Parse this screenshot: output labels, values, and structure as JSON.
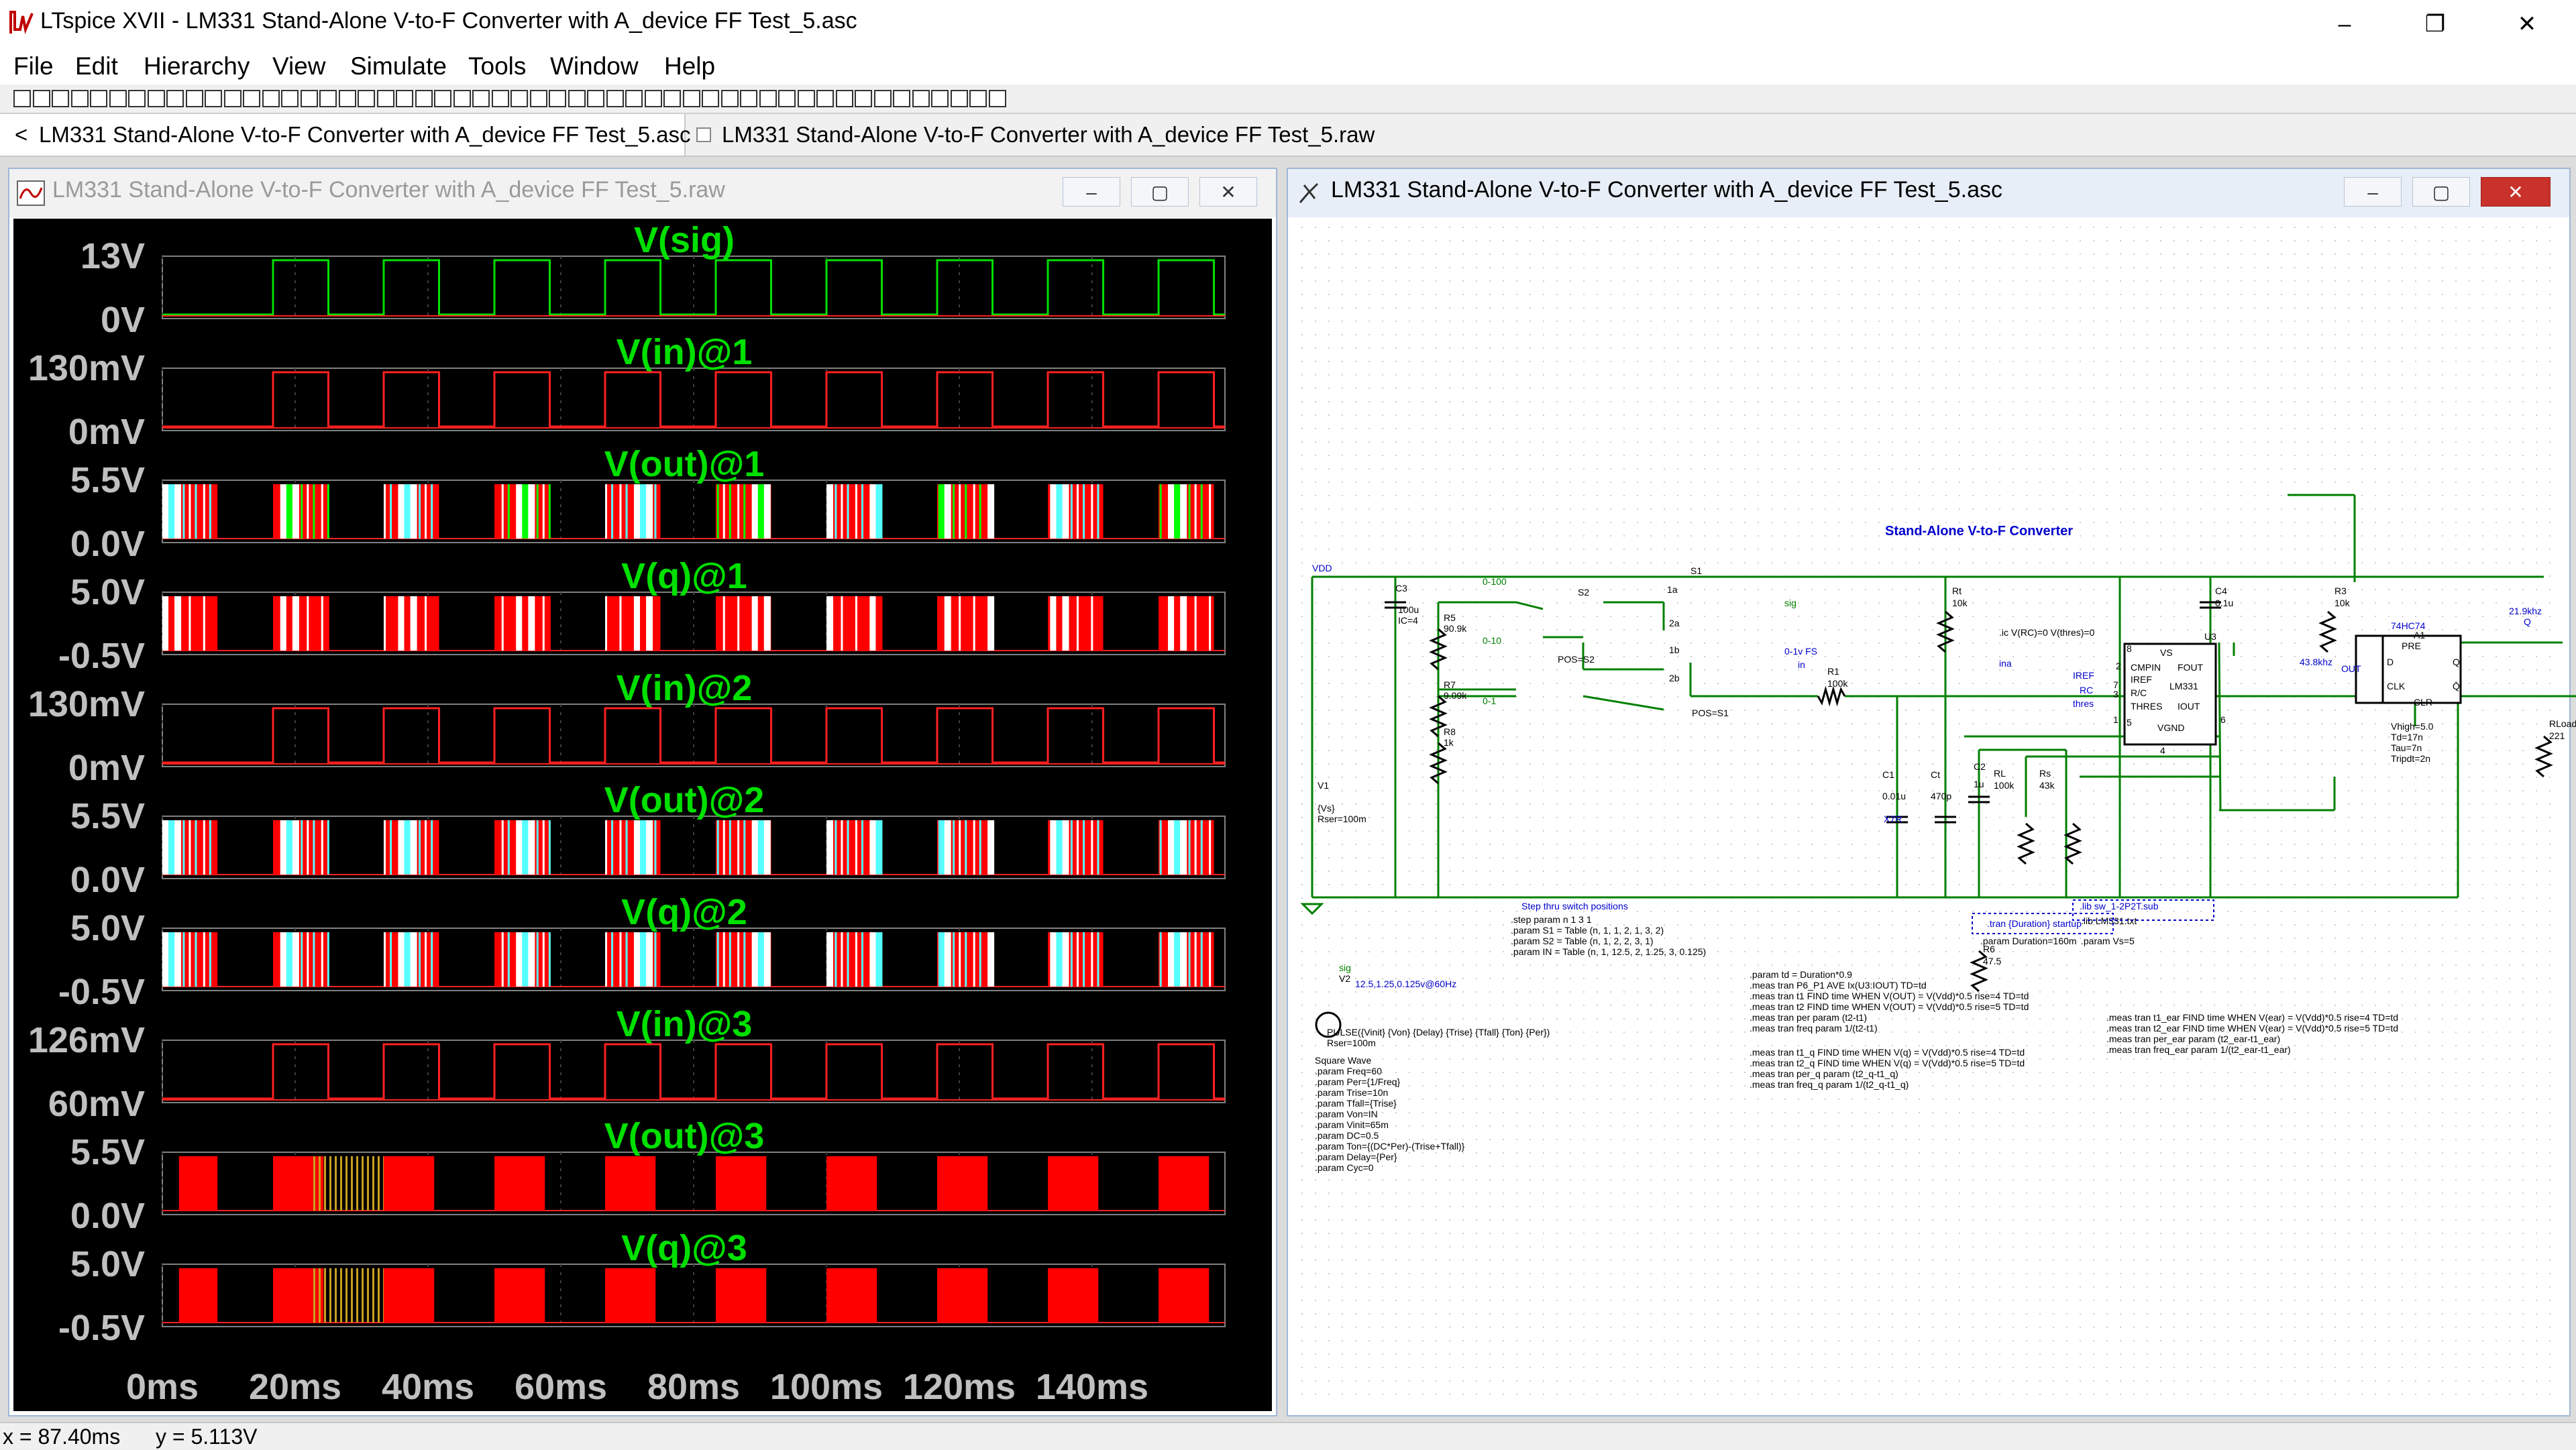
{
  "app": {
    "title": "LTspice XVII - LM331 Stand-Alone V-to-F Converter with A_device FF Test_5.asc",
    "min_glyph": "–",
    "max_glyph": "❐",
    "close_glyph": "✕"
  },
  "menu": [
    "File",
    "Edit",
    "Hierarchy",
    "View",
    "Simulate",
    "Tools",
    "Window",
    "Help"
  ],
  "tabs": [
    {
      "label": "LM331 Stand-Alone V-to-F Converter with A_device FF Test_5.asc",
      "arrow": "<"
    },
    {
      "label": "LM331 Stand-Alone V-to-F Converter with A_device FF Test_5.raw"
    }
  ],
  "waveform_window": {
    "title": "LM331 Stand-Alone V-to-F Converter with A_device FF Test_5.raw"
  },
  "schematic_window": {
    "title": "LM331 Stand-Alone V-to-F Converter with A_device FF Test_5.asc"
  },
  "status": {
    "x": "x = 87.40ms",
    "y": "y = 5.113V"
  },
  "chart_data": {
    "type": "line",
    "x_ticks": [
      "0ms",
      "20ms",
      "40ms",
      "60ms",
      "80ms",
      "100ms",
      "120ms",
      "140ms"
    ],
    "xlim": [
      0,
      160
    ],
    "panes": [
      {
        "title": "V(sig)",
        "top": "13V",
        "bottom": "0V",
        "ylim": [
          0,
          13
        ],
        "kind": "square",
        "color": "#00e000"
      },
      {
        "title": "V(in)@1",
        "top": "130mV",
        "bottom": "0mV",
        "ylim": [
          0,
          130
        ],
        "kind": "square",
        "color": "#ff2020"
      },
      {
        "title": "V(out)@1",
        "top": "5.5V",
        "bottom": "0.0V",
        "ylim": [
          0,
          5.5
        ],
        "kind": "burst",
        "color": "#ff0000",
        "accent": [
          "#00ff00",
          "#55ffff"
        ]
      },
      {
        "title": "V(q)@1",
        "top": "5.0V",
        "bottom": "-0.5V",
        "ylim": [
          -0.5,
          5
        ],
        "kind": "burst",
        "color": "#ff0000",
        "accent": [
          "#ff0000"
        ]
      },
      {
        "title": "V(in)@2",
        "top": "130mV",
        "bottom": "0mV",
        "ylim": [
          0,
          130
        ],
        "kind": "square",
        "color": "#ff2020"
      },
      {
        "title": "V(out)@2",
        "top": "5.5V",
        "bottom": "0.0V",
        "ylim": [
          0,
          5.5
        ],
        "kind": "burst",
        "color": "#ff0000",
        "accent": [
          "#55ffff"
        ]
      },
      {
        "title": "V(q)@2",
        "top": "5.0V",
        "bottom": "-0.5V",
        "ylim": [
          -0.5,
          5
        ],
        "kind": "burst",
        "color": "#ff0000",
        "accent": [
          "#55ffff"
        ]
      },
      {
        "title": "V(in)@3",
        "top": "126mV",
        "bottom": "60mV",
        "ylim": [
          60,
          126
        ],
        "kind": "square",
        "color": "#ff2020"
      },
      {
        "title": "V(out)@3",
        "top": "5.5V",
        "bottom": "0.0V",
        "ylim": [
          0,
          5.5
        ],
        "kind": "solid",
        "color": "#ff0000"
      },
      {
        "title": "V(q)@3",
        "top": "5.0V",
        "bottom": "-0.5V",
        "ylim": [
          -0.5,
          5
        ],
        "kind": "solid",
        "color": "#ff0000"
      }
    ],
    "pulse_period_ms": 16.667,
    "pulse_delay_ms": 16.667
  },
  "schematic": {
    "title": "Stand-Alone V-to-F Converter",
    "labels": [
      {
        "t": "VDD"
      },
      {
        "t": "C3"
      },
      {
        "t": "100u"
      },
      {
        "t": "IC=4"
      },
      {
        "t": "R5"
      },
      {
        "t": "90.9k"
      },
      {
        "t": "R7"
      },
      {
        "t": "9.09k"
      },
      {
        "t": "R8"
      },
      {
        "t": "1k"
      },
      {
        "t": "0-100"
      },
      {
        "t": "0-10"
      },
      {
        "t": "0-1"
      },
      {
        "t": "S2"
      },
      {
        "t": "POS=S2"
      },
      {
        "t": "S1"
      },
      {
        "t": "1a"
      },
      {
        "t": "2a"
      },
      {
        "t": "1b"
      },
      {
        "t": "2b"
      },
      {
        "t": "POS=S1"
      },
      {
        "t": "sig"
      },
      {
        "t": "0-1v FS"
      },
      {
        "t": "in"
      },
      {
        "t": "R1"
      },
      {
        "t": "100k"
      },
      {
        "t": "Rt"
      },
      {
        "t": "10k"
      },
      {
        "t": "C4"
      },
      {
        "t": "0.1u"
      },
      {
        "t": ".ic V(RC)=0 V(thres)=0"
      },
      {
        "t": "ina"
      },
      {
        "t": "VS"
      },
      {
        "t": "U3"
      },
      {
        "t": "CMPIN"
      },
      {
        "t": "FOUT"
      },
      {
        "t": "IREF"
      },
      {
        "t": "LM331"
      },
      {
        "t": "R/C"
      },
      {
        "t": "THRES"
      },
      {
        "t": "IOUT"
      },
      {
        "t": "VGND"
      },
      {
        "t": "IREF"
      },
      {
        "t": "RC"
      },
      {
        "t": "thres"
      },
      {
        "t": "R3"
      },
      {
        "t": "10k"
      },
      {
        "t": "43.8khz"
      },
      {
        "t": "OUT"
      },
      {
        "t": "74HC74"
      },
      {
        "t": "A1"
      },
      {
        "t": "PRE"
      },
      {
        "t": "D"
      },
      {
        "t": "Q"
      },
      {
        "t": "CLK"
      },
      {
        "t": "Q̄"
      },
      {
        "t": "CLR"
      },
      {
        "t": "21.9khz"
      },
      {
        "t": "Q"
      },
      {
        "t": "Vhigh=5.0"
      },
      {
        "t": "Td=17n"
      },
      {
        "t": "Tau=7n"
      },
      {
        "t": "Tripdt=2n"
      },
      {
        "t": "RLoad"
      },
      {
        "t": "221"
      },
      {
        "t": "V1"
      },
      {
        "t": "{Vs}"
      },
      {
        "t": "Rser=100m"
      },
      {
        "t": "C1"
      },
      {
        "t": "0.01u"
      },
      {
        "t": "X7R"
      },
      {
        "t": "Ct"
      },
      {
        "t": "470p"
      },
      {
        "t": "C2"
      },
      {
        "t": "1u"
      },
      {
        "t": "RL"
      },
      {
        "t": "100k"
      },
      {
        "t": "Rs"
      },
      {
        "t": "43k"
      },
      {
        "t": "R6"
      },
      {
        "t": "47.5"
      },
      {
        "t": "8"
      },
      {
        "t": "5"
      },
      {
        "t": "3"
      },
      {
        "t": "7"
      },
      {
        "t": "2"
      },
      {
        "t": "1"
      },
      {
        "t": "6"
      },
      {
        "t": "4"
      },
      {
        "t": "Step thru switch positions"
      },
      {
        "t": ".step param n 1 3 1"
      },
      {
        "t": ".param S1 = Table (n, 1, 1, 2, 1, 3, 2)"
      },
      {
        "t": ".param S2 = Table (n, 1, 2, 2, 3, 1)"
      },
      {
        "t": ".param IN = Table (n, 1, 12.5, 2, 1.25, 3, 0.125)"
      },
      {
        "t": ".tran {Duration} startup"
      },
      {
        "t": ".param Duration=160m"
      },
      {
        "t": ".lib sw_1-2P2T.sub"
      },
      {
        "t": ".lib LM331.txt"
      },
      {
        "t": ".param Vs=5"
      },
      {
        "t": "sig"
      },
      {
        "t": "V2"
      },
      {
        "t": "12.5,1.25,0.125v@60Hz"
      },
      {
        "t": "PULSE({Vinit} {Von} {Delay} {Trise} {Tfall} {Ton} {Per})"
      },
      {
        "t": "Rser=100m"
      },
      {
        "t": ".param td = Duration*0.9"
      },
      {
        "t": ".meas tran P6_P1 AVE Ix(U3:IOUT) TD=td"
      },
      {
        "t": ".meas tran t1 FIND time WHEN V(OUT) = V(Vdd)*0.5 rise=4 TD=td"
      },
      {
        "t": ".meas tran t2 FIND time WHEN V(OUT) = V(Vdd)*0.5 rise=5 TD=td"
      },
      {
        "t": ".meas tran per param (t2-t1)"
      },
      {
        "t": ".meas tran freq param 1/(t2-t1)"
      },
      {
        "t": ".meas tran t1_q FIND time WHEN V(q) = V(Vdd)*0.5 rise=4 TD=td"
      },
      {
        "t": ".meas tran t2_q FIND time WHEN V(q) = V(Vdd)*0.5 rise=5 TD=td"
      },
      {
        "t": ".meas tran per_q param (t2_q-t1_q)"
      },
      {
        "t": ".meas tran freq_q param 1/(t2_q-t1_q)"
      },
      {
        "t": ".meas tran t1_ear FIND time WHEN V(ear) = V(Vdd)*0.5 rise=4 TD=td"
      },
      {
        "t": ".meas tran t2_ear FIND time WHEN V(ear) = V(Vdd)*0.5 rise=5 TD=td"
      },
      {
        "t": ".meas tran per_ear param (t2_ear-t1_ear)"
      },
      {
        "t": ".meas tran freq_ear param 1/(t2_ear-t1_ear)"
      },
      {
        "t": "Square Wave"
      },
      {
        "t": ".param Freq=60"
      },
      {
        "t": ".param Per={1/Freq}"
      },
      {
        "t": ".param Trise=10n"
      },
      {
        "t": ".param Tfall={Trise}"
      },
      {
        "t": ".param Von=IN"
      },
      {
        "t": ".param Vinit=65m"
      },
      {
        "t": ".param DC=0.5"
      },
      {
        "t": ".param Ton={(DC*Per)-(Trise+Tfall)}"
      },
      {
        "t": ".param Delay={Per}"
      },
      {
        "t": ".param Cyc=0"
      }
    ]
  }
}
